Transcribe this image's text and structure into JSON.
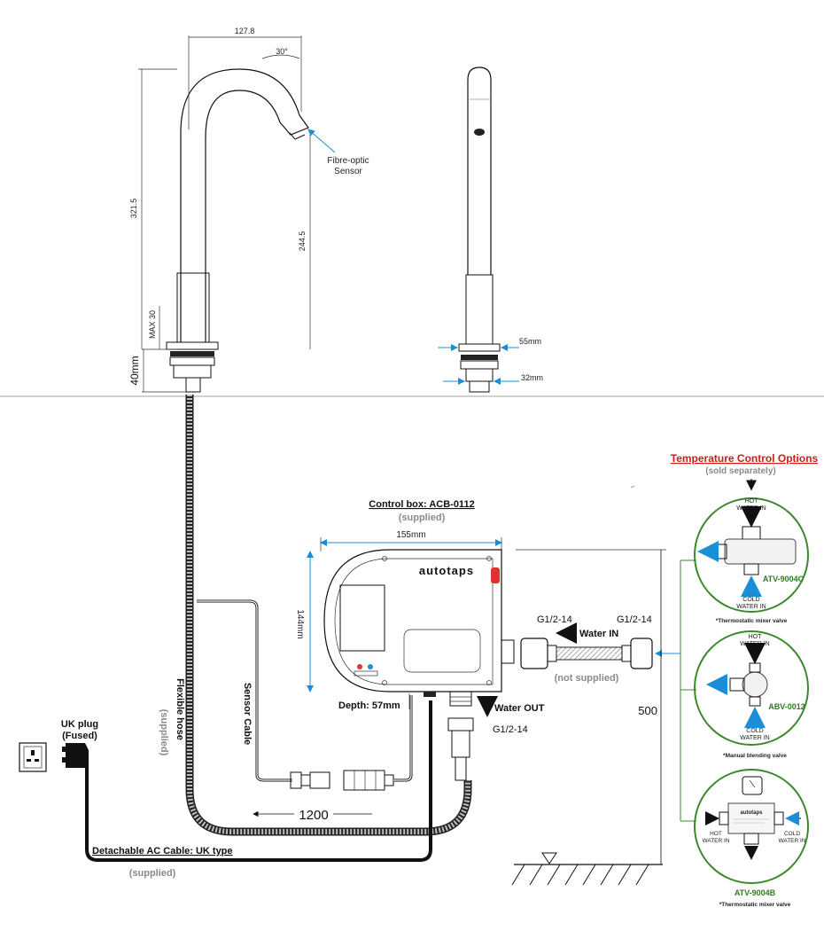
{
  "dimensions": {
    "width_top": "127.8",
    "angle": "30°",
    "height_total": "321.5",
    "height_mid": "244.5",
    "max_label": "MAX 30",
    "depth_40": "40mm",
    "base_55": "55mm",
    "base_32": "32mm",
    "box_width": "155mm",
    "box_height": "144mm",
    "box_depth": "Depth: 57mm",
    "hose_length": "1200",
    "drop_height": "500"
  },
  "labels": {
    "sensor": [
      "Fibre-optic",
      "Sensor"
    ],
    "control_box_title": "Control box: ACB-0112",
    "control_box_sub": "(supplied)",
    "brand": "autotaps",
    "g12_left": "G1/2-14",
    "g12_right": "G1/2-14",
    "g12_out": "G1/2-14",
    "water_in": "Water IN",
    "water_out": "Water OUT",
    "not_supplied": "(not supplied)",
    "sensor_cable": "Sensor Cable",
    "flexible_hose": "Flexible hose",
    "flexible_hose_sub": "(supplied)",
    "uk_plug": [
      "UK plug",
      "(Fused)"
    ],
    "ac_cable": "Detachable AC Cable: UK type",
    "ac_cable_sub": "(supplied)"
  },
  "temperature_options": {
    "title": "Temperature Control Options",
    "subtitle": "(sold separately)",
    "options": [
      {
        "code": "ATV-9004C",
        "caption": "*Thermostatic mixer valve",
        "hot": [
          "HOT",
          "WATER IN"
        ],
        "cold": [
          "COLD",
          "WATER IN"
        ]
      },
      {
        "code": "ABV-0012",
        "caption": "*Manual blending valve",
        "hot": [
          "HOT",
          "WATER IN"
        ],
        "cold": [
          "COLD",
          "WATER IN"
        ]
      },
      {
        "code": "ATV-9004B",
        "caption": "*Thermostatic mixer valve",
        "hot": [
          "HOT",
          "WATER IN"
        ],
        "cold": [
          "COLD",
          "WATER IN"
        ],
        "brand": "autotaps"
      }
    ]
  },
  "colors": {
    "accent_blue": "#1b8fd6",
    "title_red": "#cc1d1d",
    "code_green": "#2e7d1f",
    "circle_green": "#3a8a2a",
    "supplied_grey": "#8a8a8a"
  }
}
